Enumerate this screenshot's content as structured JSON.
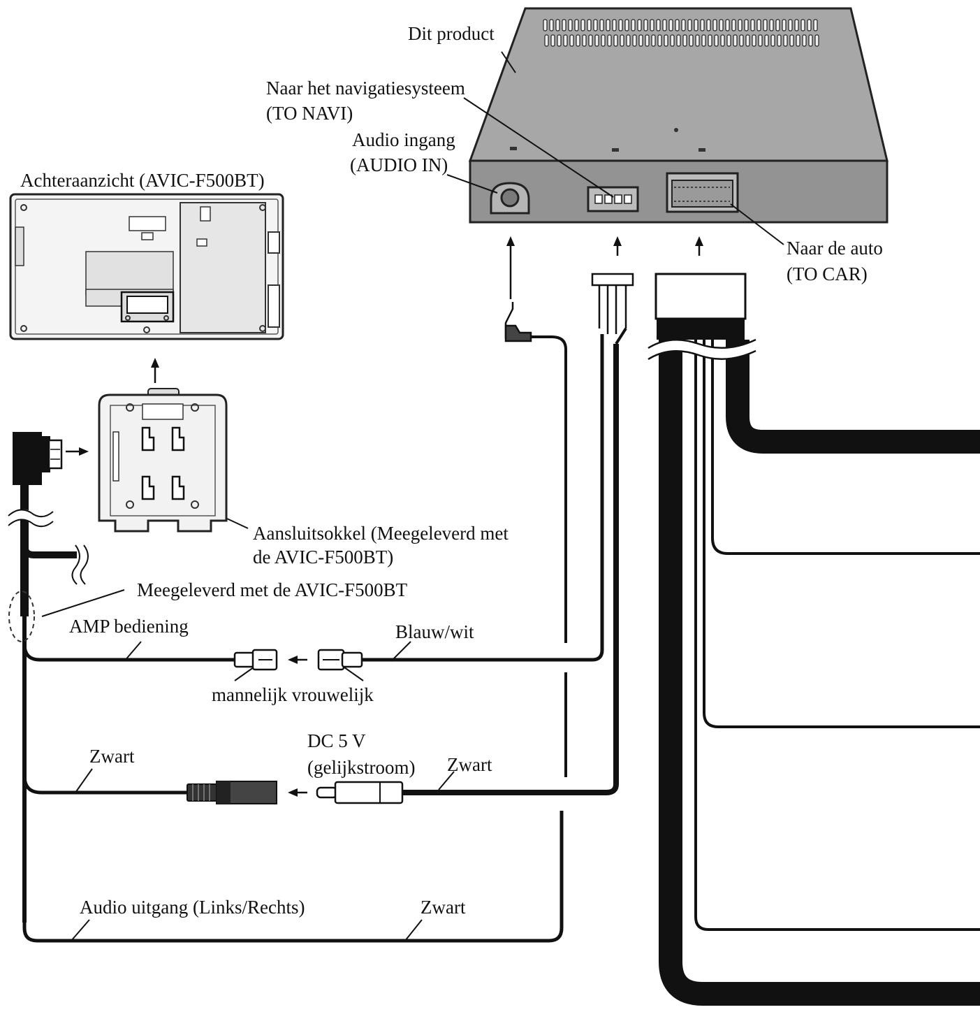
{
  "labels": {
    "product": "Dit product",
    "to_navi_line1": "Naar het navigatiesysteem",
    "to_navi_line2": "(TO NAVI)",
    "audio_in_line1": "Audio ingang",
    "audio_in_line2": "(AUDIO IN)",
    "rear_view": "Achteraanzicht (AVIC-F500BT)",
    "to_car_line1": "Naar de auto",
    "to_car_line2": "(TO CAR)",
    "cradle_line1": "Aansluitsokkel (Meegeleverd met",
    "cradle_line2": "de AVIC-F500BT)",
    "supplied": "Meegeleverd met de AVIC-F500BT",
    "amp_control": "AMP bediening",
    "blue_white": "Blauw/wit",
    "male_female": "mannelijk vrouwelijk",
    "dc_line1": "DC 5 V",
    "dc_line2": "(gelijkstroom)",
    "black_left": "Zwart",
    "black_right": "Zwart",
    "audio_out": "Audio uitgang (Links/Rechts)",
    "black_bottom": "Zwart"
  },
  "colors": {
    "ink": "#111111",
    "box_fill": "#8f8f8f",
    "box_top": "#a7a7a7",
    "box_front": "#939393",
    "paper": "#ffffff"
  }
}
